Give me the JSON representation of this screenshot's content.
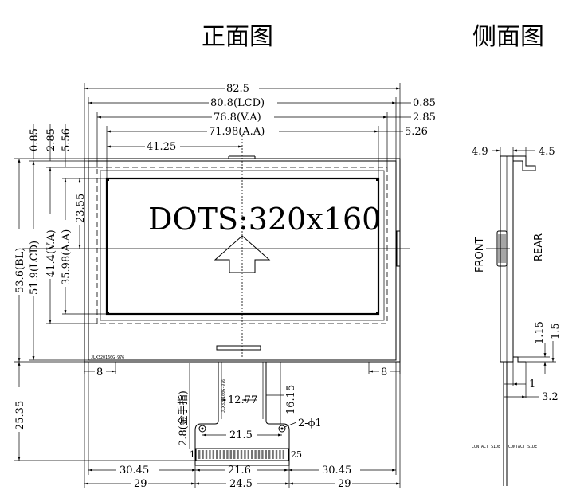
{
  "titles": {
    "front": "正面图",
    "side": "侧面图"
  },
  "display": {
    "dots": "DOTS:320x160",
    "part_number": "JLX320160G-976",
    "fpc_label": "JLX320160G-976"
  },
  "dims": {
    "bl_width": "82.5",
    "lcd_width": "80.8(LCD)",
    "va_width": "76.8(V.A)",
    "aa_width": "71.98(A.A)",
    "center_x": "41.25",
    "r_085": "0.85",
    "r_285": "2.85",
    "r_526": "5.26",
    "t_085": "0.85",
    "t_285": "2.85",
    "t_556": "5.56",
    "center_y": "23.55",
    "bl_height": "53.6(BL)",
    "lcd_height": "51.9(LCD)",
    "va_height": "41.4(V.A)",
    "aa_height": "35.98(A.A)",
    "left_8": "8",
    "right_8": "8",
    "fpc_length": "25.35",
    "gold_finger": "2.8(金手指)",
    "fpc_offset": "12.77",
    "fpc_right": "16.15",
    "holes_span": "21.5",
    "holes_label": "2-ϕ1",
    "pins_span": "21.6",
    "pin_first": "1",
    "pin_last": "25",
    "bot_left1": "30.45",
    "bot_right1": "30.45",
    "bot_left2": "29",
    "bot_mid2": "24.5",
    "bot_right2": "29"
  },
  "side_view": {
    "d_49": "4.9",
    "d_45": "4.5",
    "front": "FRONT",
    "rear": "REAR",
    "d_115": "1.15",
    "d_15": "1.5",
    "d_1": "1",
    "d_32": "3.2",
    "contact_left": "CONTACT SIDE",
    "contact_right": "CONTACT SIDE"
  }
}
